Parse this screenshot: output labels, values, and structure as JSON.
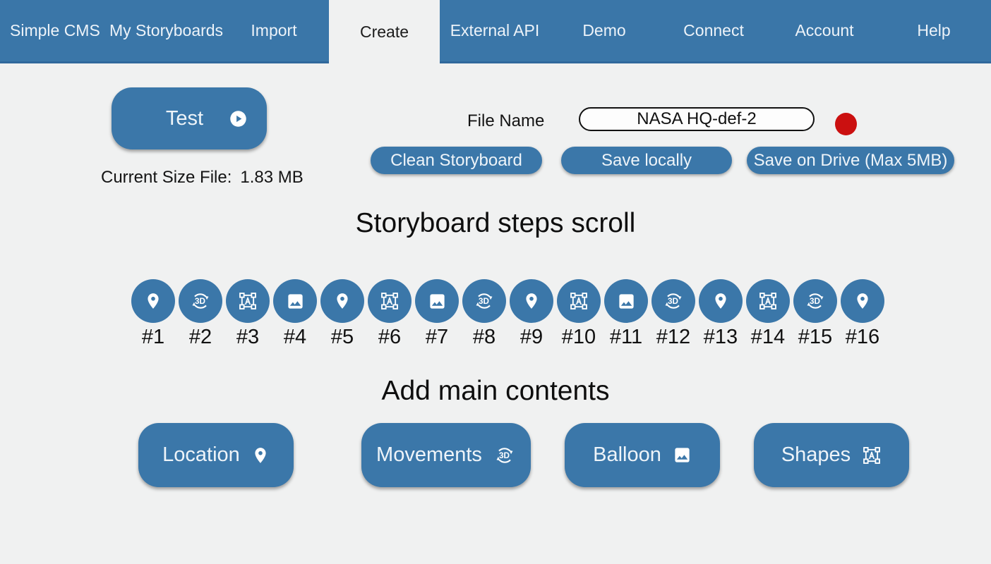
{
  "colors": {
    "nav_blue": "#3a76a8",
    "button_blue": "#3b77a9",
    "background": "#f0f1f1",
    "record_red": "#cb1010"
  },
  "nav": {
    "active": "Create",
    "items": [
      "Simple CMS",
      "My Storyboards",
      "Import",
      "Create",
      "External API",
      "Demo",
      "Connect",
      "Account",
      "Help"
    ]
  },
  "toolbar": {
    "test_label": "Test",
    "size_label": "Current Size File:",
    "size_value": "1.83 MB",
    "file_name_label": "File Name",
    "file_name_value": "NASA HQ-def-2",
    "clean_label": "Clean Storyboard",
    "save_local_label": "Save locally",
    "save_drive_label": "Save on Drive (Max 5MB)"
  },
  "sections": {
    "steps_title": "Storyboard steps scroll",
    "contents_title": "Add main contents"
  },
  "steps": [
    {
      "num": "#1",
      "icon": "location-pin"
    },
    {
      "num": "#2",
      "icon": "rotation-3d"
    },
    {
      "num": "#3",
      "icon": "format-shapes"
    },
    {
      "num": "#4",
      "icon": "image"
    },
    {
      "num": "#5",
      "icon": "location-pin"
    },
    {
      "num": "#6",
      "icon": "format-shapes"
    },
    {
      "num": "#7",
      "icon": "image"
    },
    {
      "num": "#8",
      "icon": "rotation-3d"
    },
    {
      "num": "#9",
      "icon": "location-pin"
    },
    {
      "num": "#10",
      "icon": "format-shapes"
    },
    {
      "num": "#11",
      "icon": "image"
    },
    {
      "num": "#12",
      "icon": "rotation-3d"
    },
    {
      "num": "#13",
      "icon": "location-pin"
    },
    {
      "num": "#14",
      "icon": "format-shapes"
    },
    {
      "num": "#15",
      "icon": "rotation-3d"
    },
    {
      "num": "#16",
      "icon": "location-pin"
    }
  ],
  "content_buttons": [
    {
      "label": "Location",
      "icon": "location-pin"
    },
    {
      "label": "Movements",
      "icon": "rotation-3d"
    },
    {
      "label": "Balloon",
      "icon": "image"
    },
    {
      "label": "Shapes",
      "icon": "format-shapes"
    }
  ]
}
